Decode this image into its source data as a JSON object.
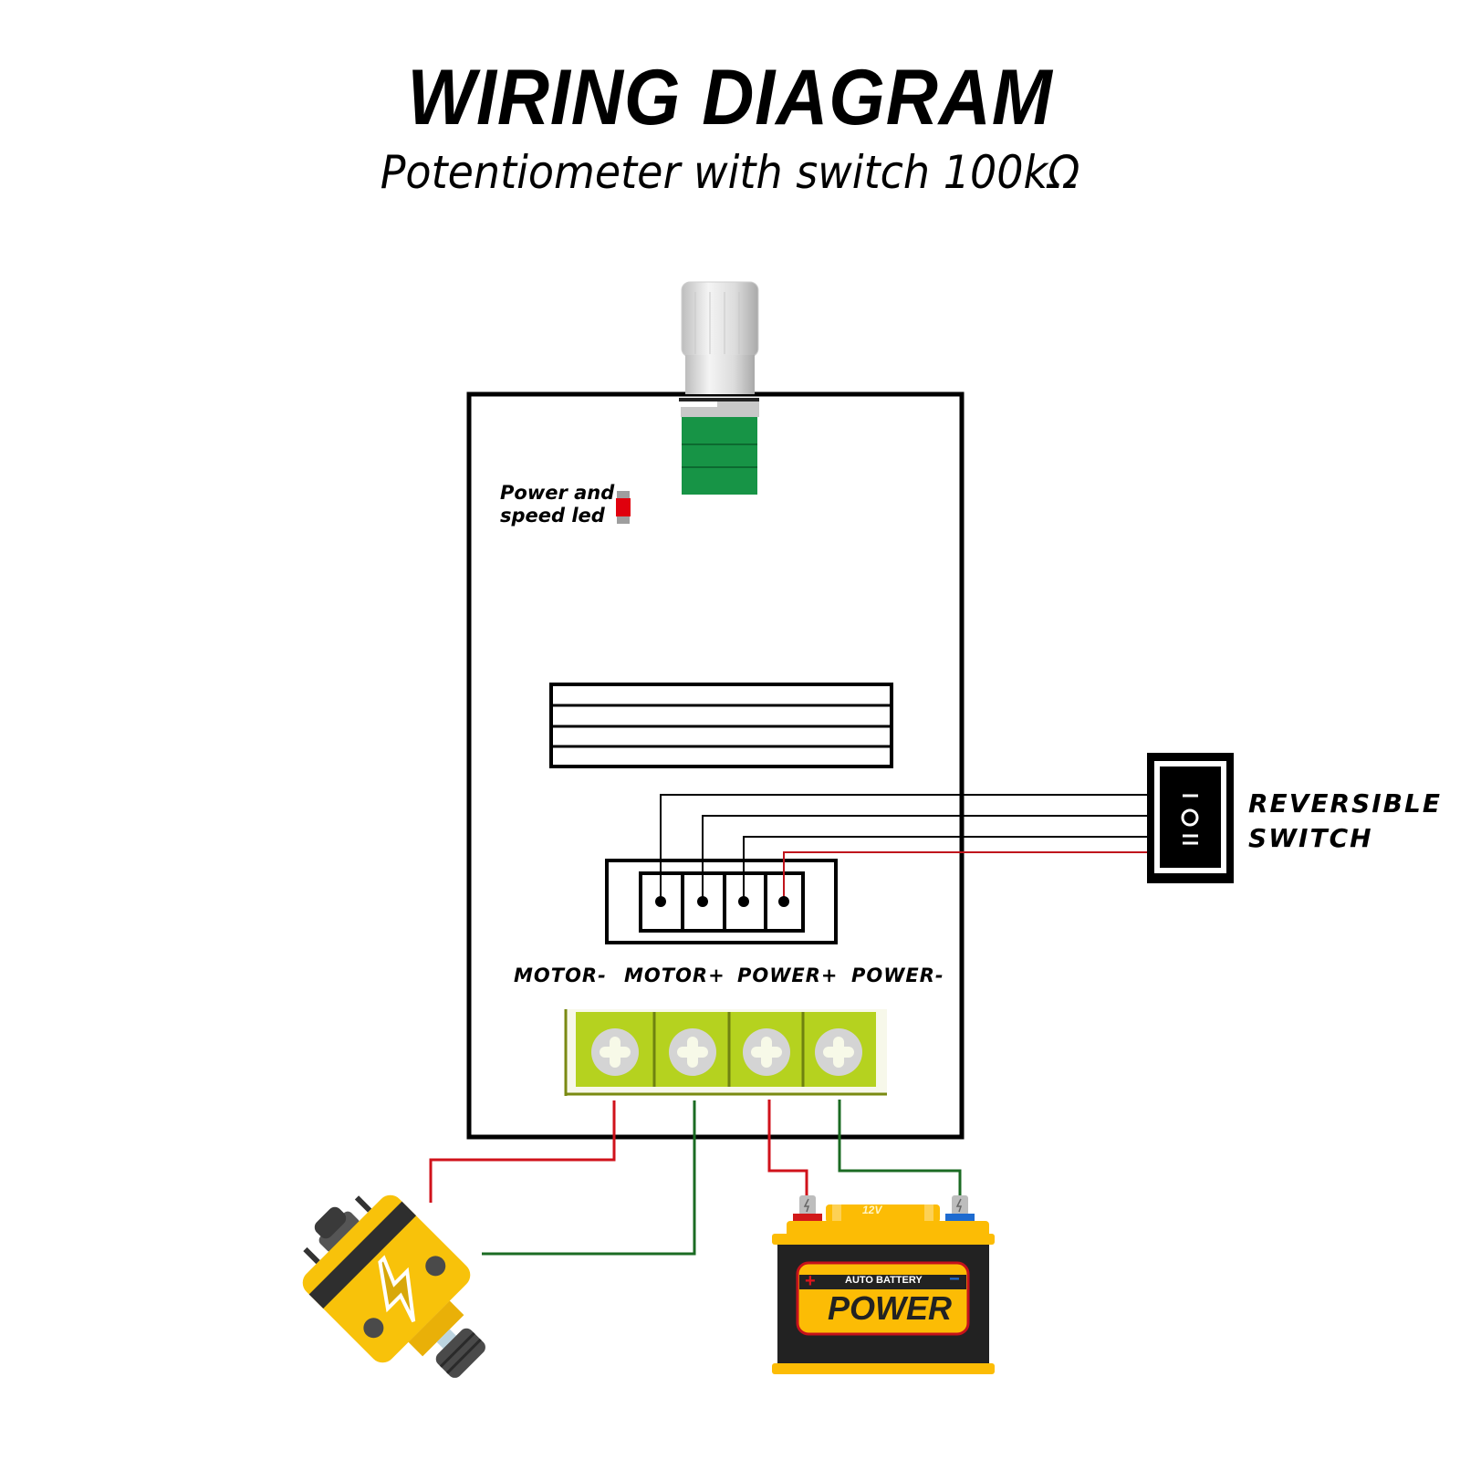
{
  "header": {
    "title": "WIRING DIAGRAM",
    "subtitle": "Potentiometer with switch 100kΩ"
  },
  "controller": {
    "led_label_line1": "Power and",
    "led_label_line2": "speed led",
    "terminals": [
      {
        "label": "MOTOR-",
        "wire_color": "#d0121b"
      },
      {
        "label": "MOTOR+",
        "wire_color": "#1b6b23"
      },
      {
        "label": "POWER+",
        "wire_color": "#d0121b"
      },
      {
        "label": "POWER-",
        "wire_color": "#1b6b23"
      }
    ],
    "switch_header_wire_colors": [
      "#000000",
      "#000000",
      "#000000",
      "#c0141c"
    ]
  },
  "switch": {
    "label_line1": "REVERSIBLE",
    "label_line2": "SWITCH"
  },
  "battery": {
    "voltage": "12V",
    "brand_line": "AUTO BATTERY",
    "main_text": "POWER",
    "positive_symbol": "+",
    "negative_symbol": "−"
  },
  "colors": {
    "wire_red": "#d0121b",
    "wire_green": "#1b6b23",
    "terminal_green": "#b5d21f",
    "knob_green": "#179446",
    "battery_yellow": "#fcbc05",
    "battery_body": "#222222",
    "motor_yellow": "#f8c20a"
  }
}
